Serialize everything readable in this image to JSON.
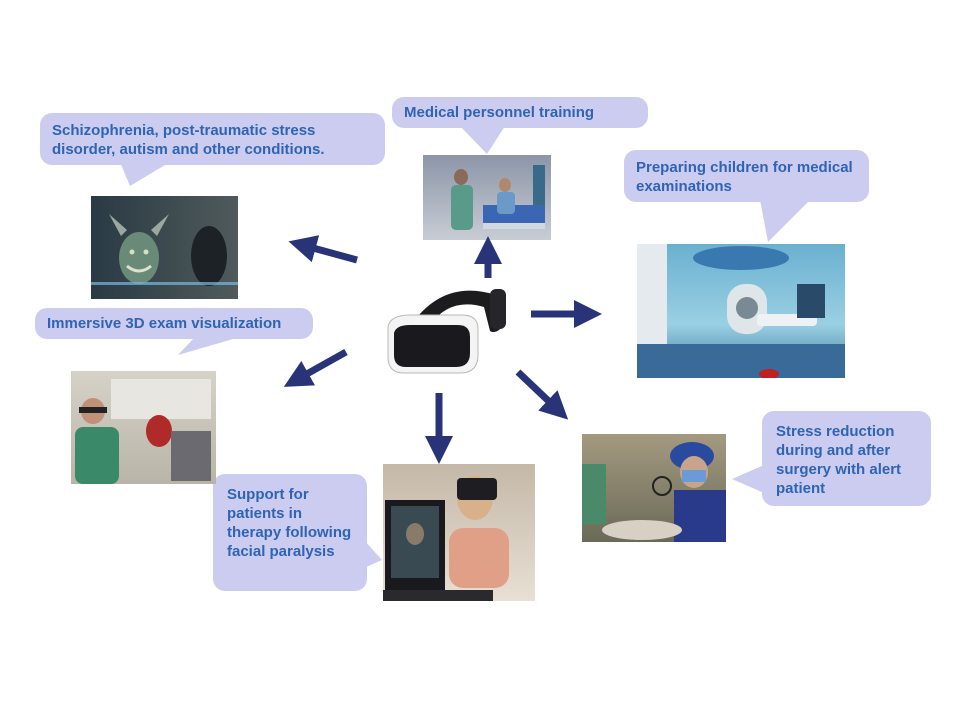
{
  "callouts": {
    "schizophrenia": "Schizophrenia, post-traumatic stress disorder, autism and other conditions.",
    "training": "Medical personnel training",
    "children": "Preparing children for medical examinations",
    "exam3d": "Immersive 3D exam visualization",
    "facial": "Support for patients in therapy following facial paralysis",
    "stress": "Stress reduction during and after surgery with alert patient"
  },
  "colors": {
    "arrow": "#283477",
    "callout_bg": "#ccccf0",
    "callout_text": "#2f64b4"
  },
  "icons": {
    "center": "vr-headset-icon"
  }
}
